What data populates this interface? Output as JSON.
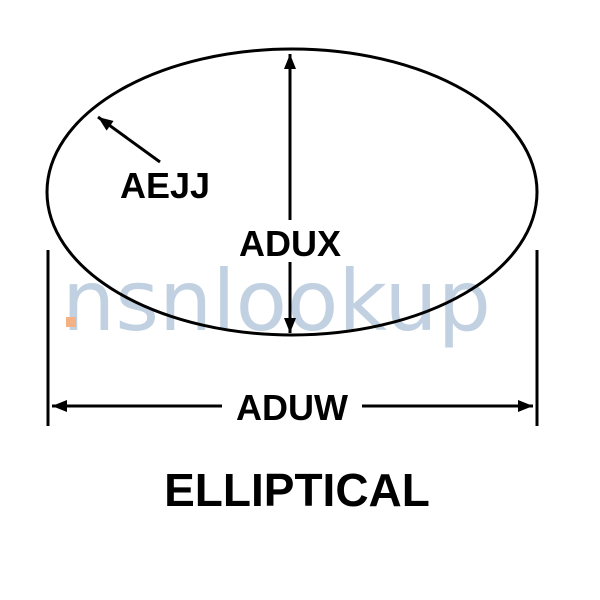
{
  "diagram": {
    "shape_name": "ELLIPTICAL",
    "labels": {
      "wall_thickness": "AEJJ",
      "height": "ADUX",
      "width": "ADUW"
    }
  },
  "watermark": {
    "text": "nsnlookup",
    "dot_color": "#f4b183",
    "text_color": "#b7c9dc"
  }
}
